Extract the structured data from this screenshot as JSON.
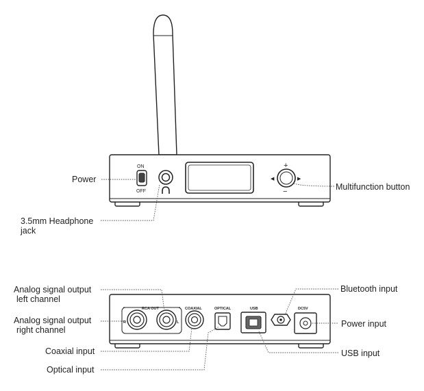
{
  "front_view": {
    "switch": {
      "on": "ON",
      "off": "OFF"
    },
    "knob": {
      "plus": "+",
      "minus": "−",
      "left": "◀",
      "right": "▶"
    },
    "labels": {
      "power": "Power",
      "headphone_line1": "3.5mm Headphone",
      "headphone_line2": "jack",
      "multifunction": "Multifunction button"
    }
  },
  "rear_view": {
    "ports": {
      "rca_out": "RCA OUT",
      "rca_r": "R",
      "rca_l": "L",
      "coaxial": "COAXIAL",
      "optical": "OPTICAL",
      "usb": "USB",
      "dc": "DC5V"
    },
    "labels": {
      "left_line1": "Analog signal output",
      "left_line2": "left channel",
      "right_line1": "Analog signal output",
      "right_line2": "right channel",
      "coaxial_input": "Coaxial input",
      "optical_input": "Optical input",
      "bluetooth_input": "Bluetooth input",
      "power_input": "Power input",
      "usb_input": "USB input"
    }
  }
}
